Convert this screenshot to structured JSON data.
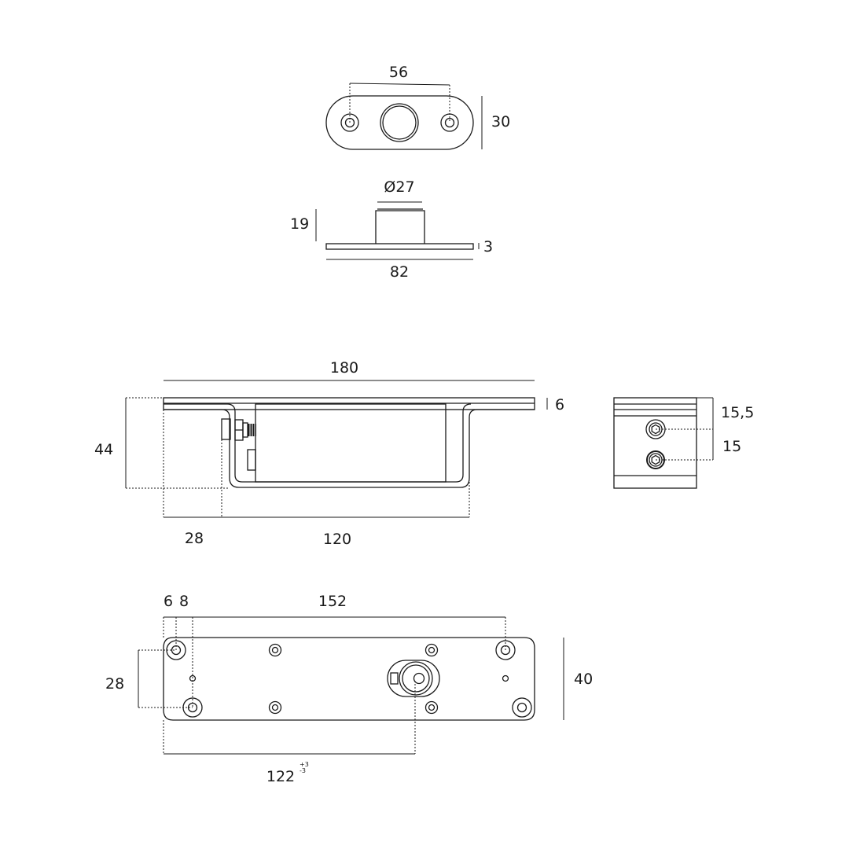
{
  "views": {
    "top_plate": {
      "width": "56",
      "height": "30"
    },
    "side_plate": {
      "diameter": "Ø27",
      "boss_height": "19",
      "plate_thickness": "3",
      "plate_length": "82"
    },
    "front_body": {
      "length": "180",
      "plate_thickness": "6",
      "height": "44",
      "offset": "28",
      "body_length": "120"
    },
    "end_view": {
      "upper_offset": "15,5",
      "lower_offset": "15"
    },
    "bottom_plate": {
      "edge_offset": "6",
      "hole_offset": "8",
      "hole_spacing": "152",
      "vertical_spacing": "28",
      "height": "40",
      "center_distance": "122",
      "tolerance_plus": "+3",
      "tolerance_minus": "-3"
    }
  }
}
